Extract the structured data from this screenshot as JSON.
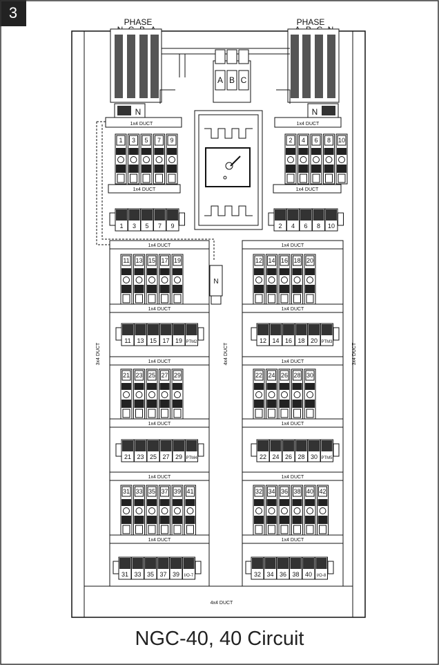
{
  "step_number": "3",
  "caption": "NGC-40, 40 Circuit",
  "phase_left": {
    "title": "PHASE",
    "letters": [
      "N",
      "C",
      "B",
      "A"
    ]
  },
  "phase_right": {
    "title": "PHASE",
    "letters": [
      "A",
      "B",
      "C",
      "N"
    ]
  },
  "center_phases": [
    "A",
    "B",
    "C"
  ],
  "neutral_label": "N",
  "duct_small": "1x4 DUCT",
  "duct_side": "3x4 DUCT",
  "duct_center": "4x4 DUCT",
  "duct_bottom": "4x4 DUCT",
  "breakers": {
    "row1_left": [
      "1",
      "3",
      "5",
      "7",
      "9"
    ],
    "row1_right": [
      "2",
      "4",
      "6",
      "8",
      "10"
    ],
    "row2_left": [
      "11",
      "13",
      "15",
      "17",
      "19"
    ],
    "row2_right": [
      "12",
      "14",
      "16",
      "18",
      "20"
    ],
    "row3_left": [
      "21",
      "23",
      "25",
      "27",
      "29"
    ],
    "row3_right": [
      "22",
      "24",
      "26",
      "28",
      "30"
    ],
    "row4_left": [
      "31",
      "33",
      "35",
      "37",
      "39",
      "41"
    ],
    "row4_right": [
      "32",
      "34",
      "36",
      "38",
      "40",
      "42"
    ]
  },
  "terminals": {
    "t1_left": [
      "1",
      "3",
      "5",
      "7",
      "9"
    ],
    "t1_right": [
      "2",
      "4",
      "6",
      "8",
      "10"
    ],
    "t2_left": [
      "11",
      "13",
      "15",
      "17",
      "19",
      "PTM2"
    ],
    "t2_right": [
      "12",
      "14",
      "16",
      "18",
      "20",
      "PTM3"
    ],
    "t3_left": [
      "21",
      "23",
      "25",
      "27",
      "29",
      "PTM4"
    ],
    "t3_right": [
      "22",
      "24",
      "26",
      "28",
      "30",
      "PTM5"
    ],
    "t4_left": [
      "31",
      "33",
      "35",
      "37",
      "39",
      "I/O-7"
    ],
    "t4_right": [
      "32",
      "34",
      "36",
      "38",
      "40",
      "I/O-8"
    ]
  }
}
